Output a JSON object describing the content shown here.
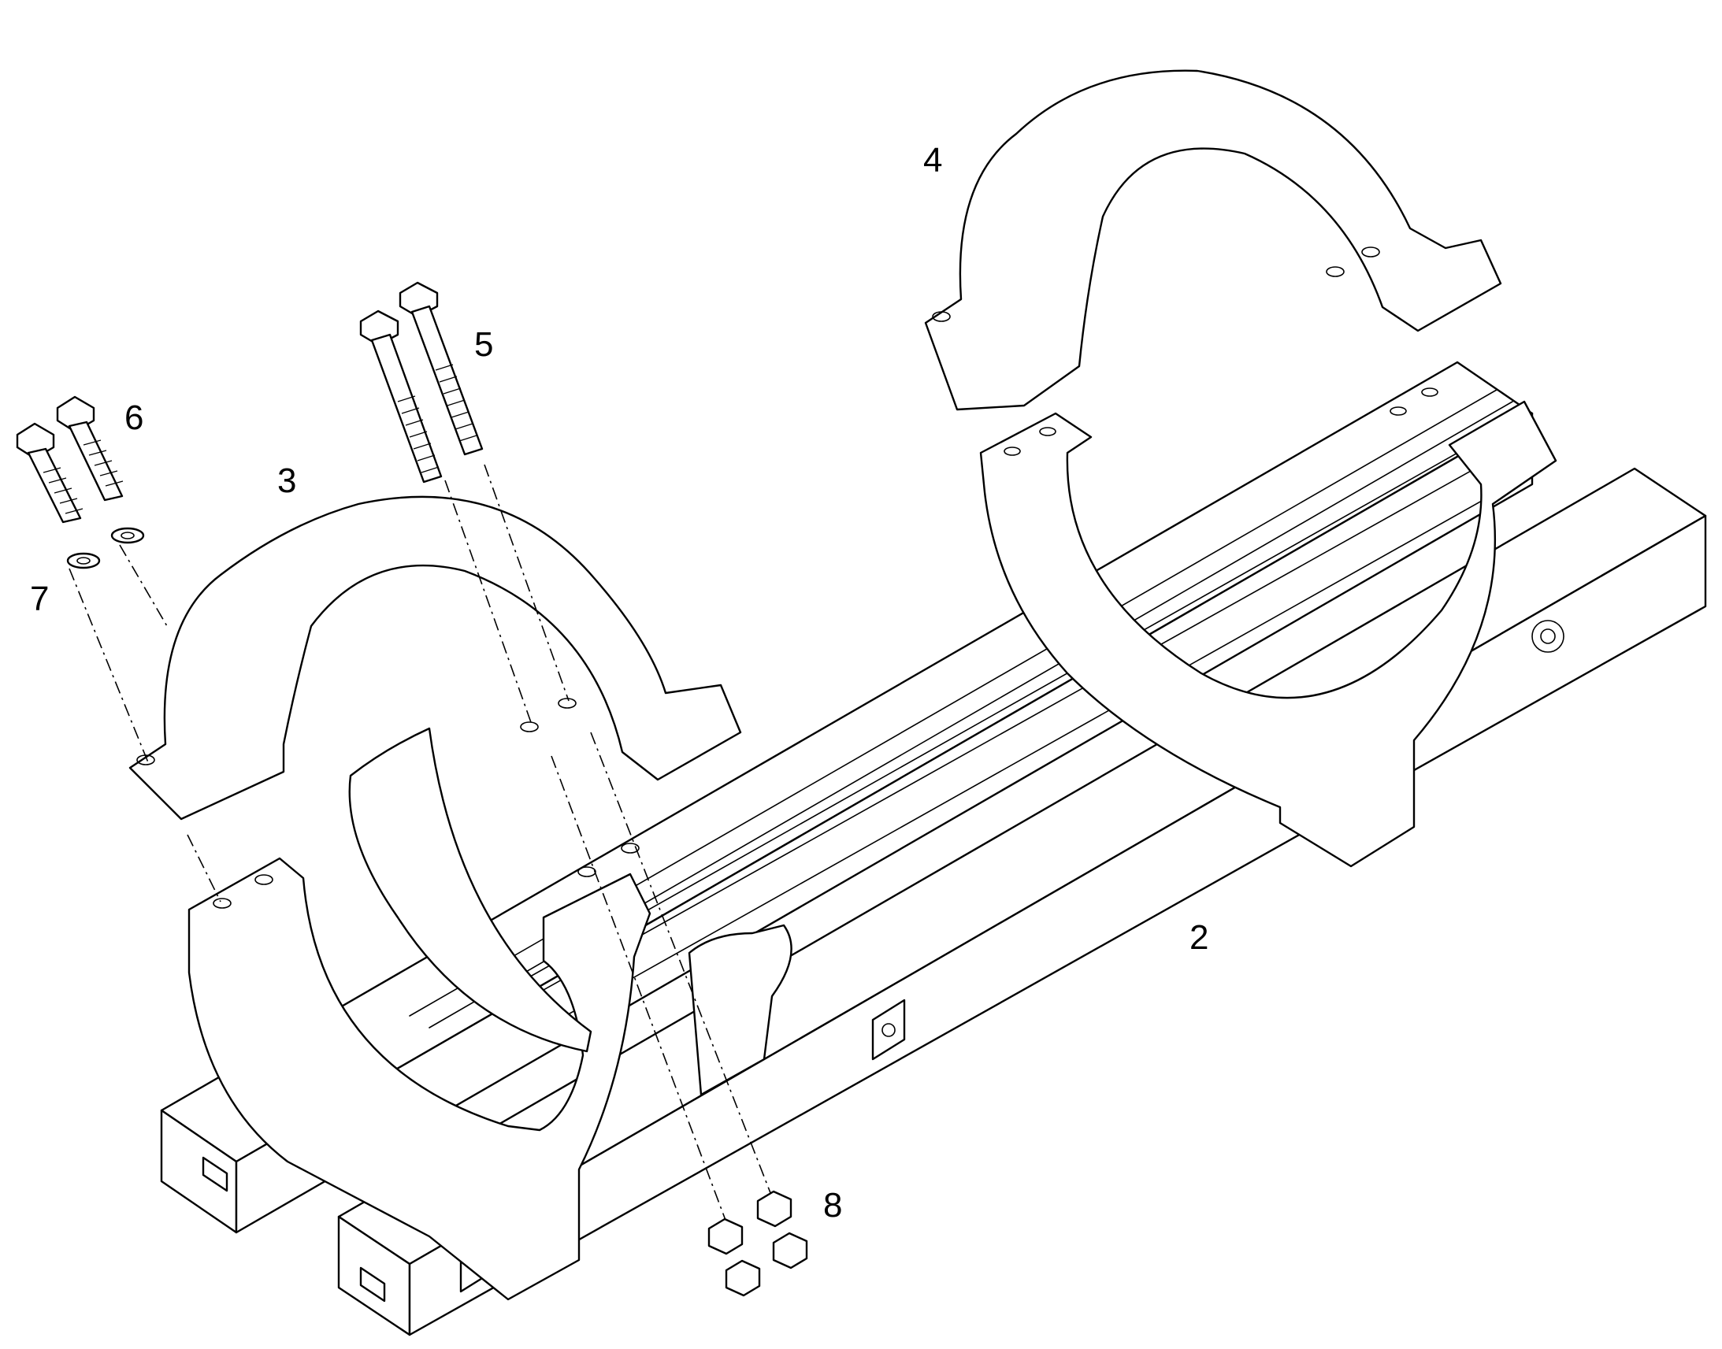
{
  "callouts": {
    "rail_assembly": "2",
    "lower_front_clamp_half": "3",
    "upper_clamp_half": "4",
    "long_bolts": "5",
    "short_bolts": "6",
    "washers": "7",
    "nuts": "8"
  }
}
